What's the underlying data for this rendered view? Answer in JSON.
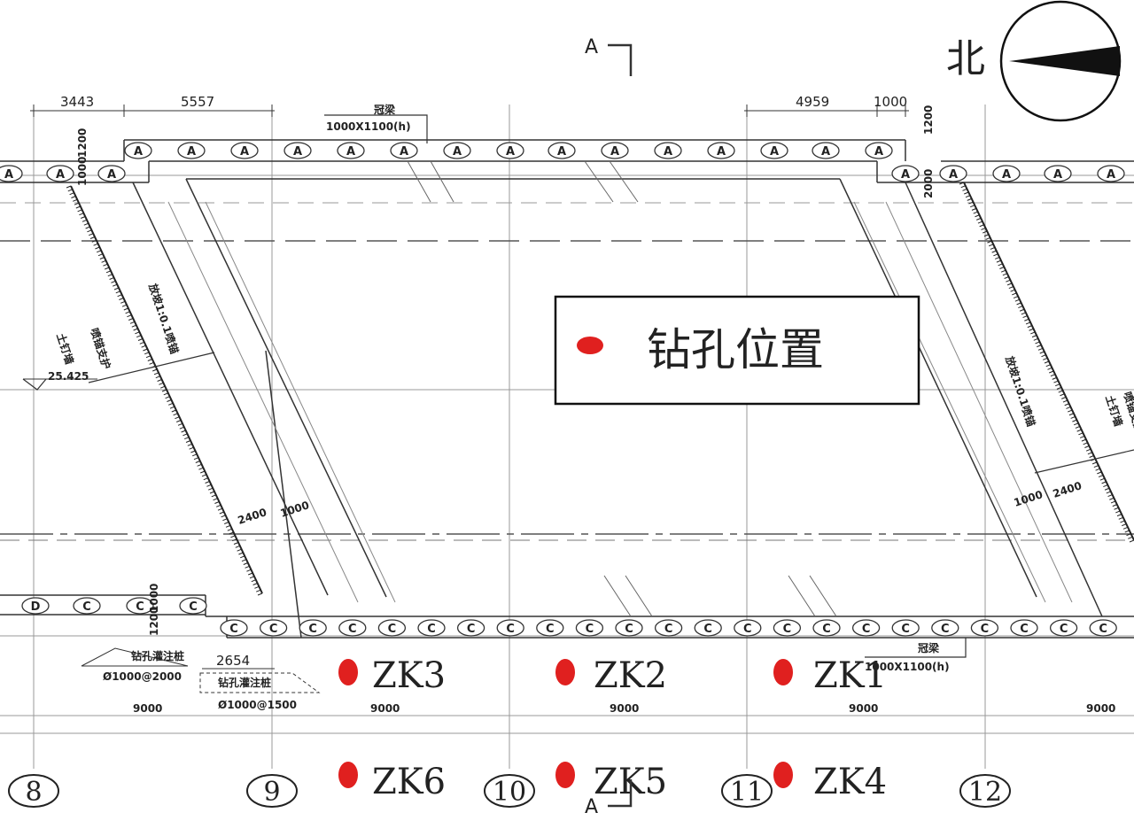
{
  "compass": {
    "label": "北"
  },
  "section_marker": "A",
  "legend": {
    "text": "钻孔位置",
    "marker_color": "#e0201f"
  },
  "dimensions": {
    "top_left": [
      "3443",
      "5557"
    ],
    "top_right": [
      "4959",
      "1000"
    ],
    "bay": "9000",
    "bottom_left": "2654",
    "inner_left": [
      "2400",
      "1000"
    ],
    "inner_right": [
      "1000",
      "2400"
    ],
    "vert_left": [
      "1200",
      "1000"
    ],
    "vert_left_lower": [
      "1200",
      "1000"
    ],
    "vert_right": [
      "1200",
      "2000"
    ]
  },
  "notes": {
    "top_beam": [
      "冠梁",
      "1000X1100(h)"
    ],
    "bottom_beam": [
      "冠梁",
      "1000X1100(h)"
    ],
    "pile_left": [
      "钻孔灌注桩",
      "Ø1000@2000"
    ],
    "pile_mid": [
      "钻孔灌注桩",
      "Ø1000@1500"
    ],
    "elevation": "25.425",
    "slope_left": "放坡1:0.1喷锚",
    "slope_right": "放坡1:0.1喷锚",
    "side_left": [
      "土钉墙",
      "喷锚支护"
    ],
    "side_right": [
      "土钉墙",
      "喷锚支护"
    ]
  },
  "grid_axes": [
    "8",
    "9",
    "10",
    "11",
    "12"
  ],
  "pile_labels": {
    "top": "A",
    "left_bottom": [
      "D",
      "C",
      "C",
      "C"
    ],
    "bottom": "C"
  },
  "boreholes": [
    {
      "id": "ZK3"
    },
    {
      "id": "ZK2"
    },
    {
      "id": "ZK1"
    },
    {
      "id": "ZK6"
    },
    {
      "id": "ZK5"
    },
    {
      "id": "ZK4"
    }
  ]
}
